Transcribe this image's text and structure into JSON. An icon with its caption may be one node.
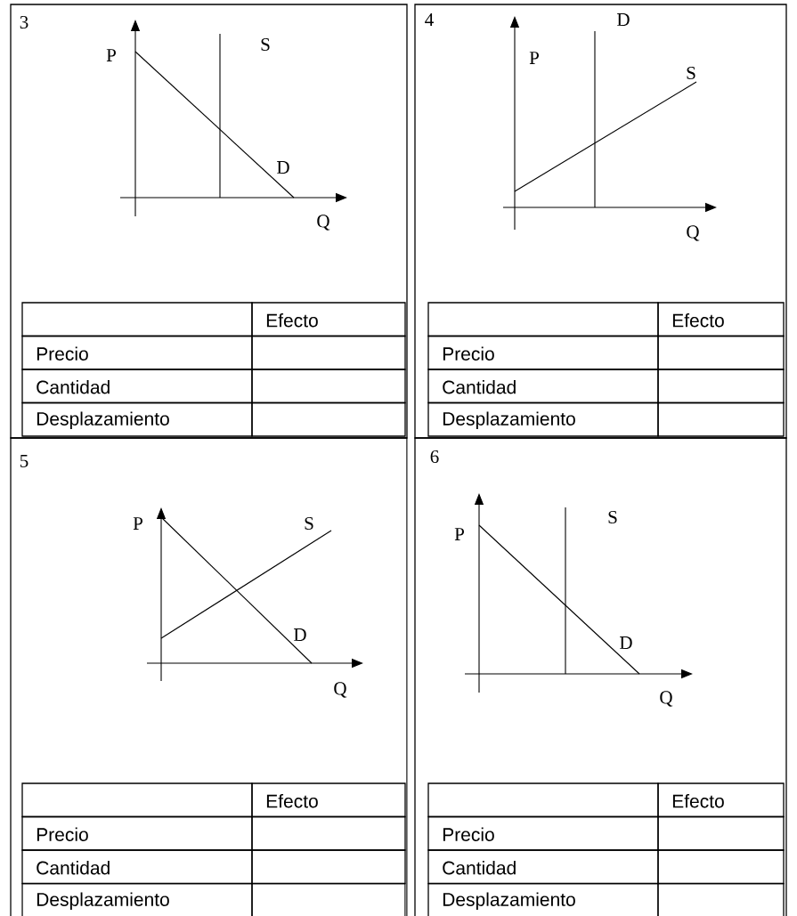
{
  "diagram": {
    "labels": [
      "3",
      "S",
      "P",
      "D",
      "Q",
      "Efecto",
      "Precio",
      "Cantidad",
      "Desplazamiento",
      "4",
      "D",
      "P",
      "S",
      "Q",
      "Efecto",
      "Precio",
      "Cantidad",
      "Desplazamiento",
      "5",
      "P",
      "S",
      "D",
      "Q",
      "Efecto",
      "Precio",
      "Cantidad",
      "Desplazamiento",
      "6",
      "S",
      "P",
      "D",
      "Q",
      "Efecto",
      "Precio",
      "Cantidad",
      "Desplazamiento"
    ]
  }
}
